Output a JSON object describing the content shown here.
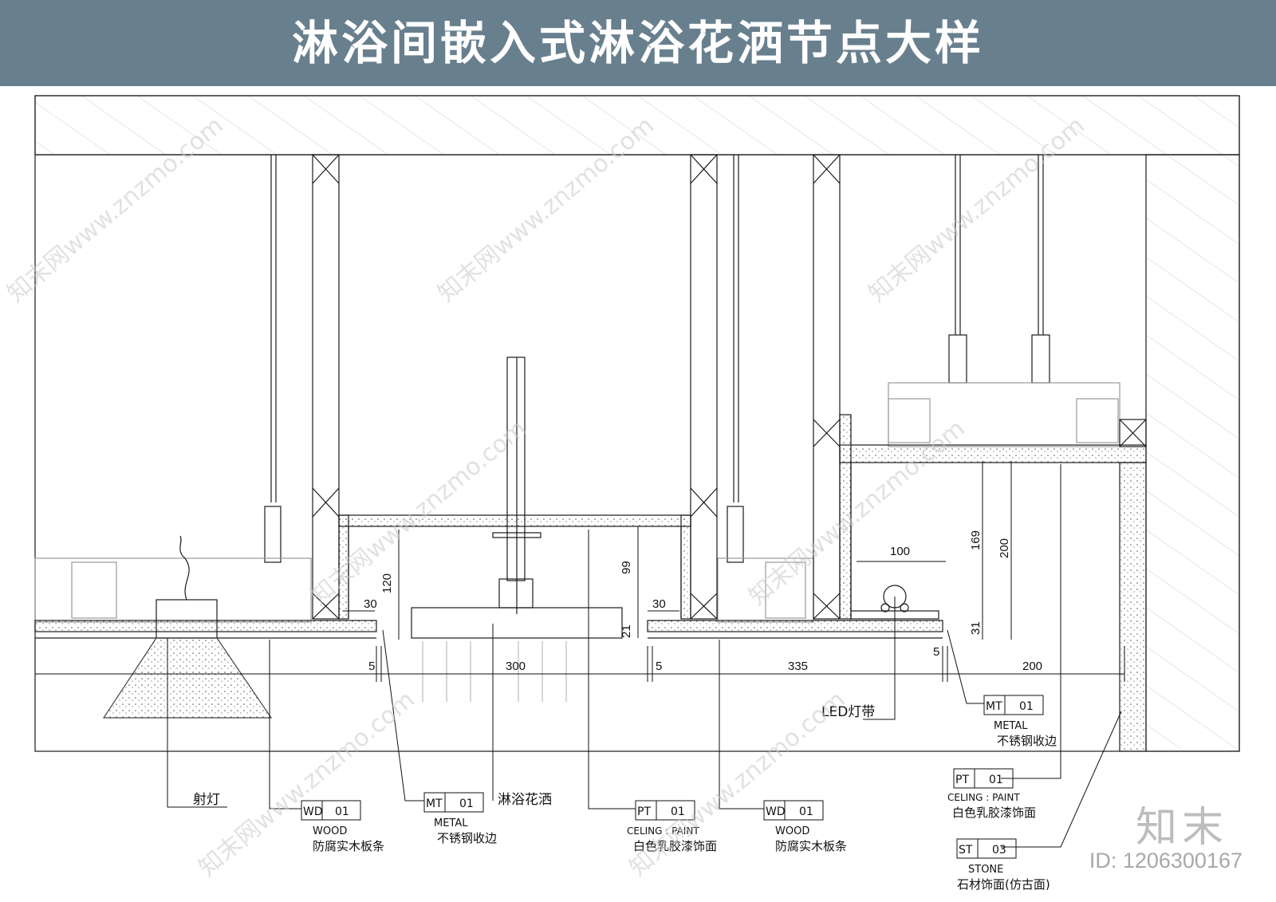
{
  "header": {
    "title": "淋浴间嵌入式淋浴花洒节点大样"
  },
  "dimensions": {
    "d30a": "30",
    "d120": "120",
    "d99": "99",
    "d30b": "30",
    "d21": "21",
    "d5a": "5",
    "d300": "300",
    "d5b": "5",
    "d335": "335",
    "d100": "100",
    "d169": "169",
    "d200v": "200",
    "d31": "31",
    "d5c": "5",
    "d200h": "200"
  },
  "labels": {
    "spotlight": "射灯",
    "shower": "淋浴花洒",
    "led": "LED灯带",
    "wd01a": {
      "code": "WD",
      "num": "01",
      "en": "WOOD",
      "cn": "防腐实木板条"
    },
    "mt01a": {
      "code": "MT",
      "num": "01",
      "en": "METAL",
      "cn": "不锈钢收边"
    },
    "pt01a": {
      "code": "PT",
      "num": "01",
      "en": "CELING : PAINT",
      "cn": "白色乳胶漆饰面"
    },
    "wd01b": {
      "code": "WD",
      "num": "01",
      "en": "WOOD",
      "cn": "防腐实木板条"
    },
    "mt01b": {
      "code": "MT",
      "num": "01",
      "en": "METAL",
      "cn": "不锈钢收边"
    },
    "pt01b": {
      "code": "PT",
      "num": "01",
      "en": "CELING : PAINT",
      "cn": "白色乳胶漆饰面"
    },
    "st03": {
      "code": "ST",
      "num": "03",
      "en": "STONE",
      "cn": "石材饰面(仿古面)"
    }
  },
  "watermark": {
    "text": "知末网www.znzmo.com"
  },
  "footer": {
    "brand": "知末",
    "id": "ID: 1206300167"
  },
  "colors": {
    "header_bg": "#687f8e",
    "line": "#1a1a1a",
    "watermark": "#c9c9c9"
  }
}
